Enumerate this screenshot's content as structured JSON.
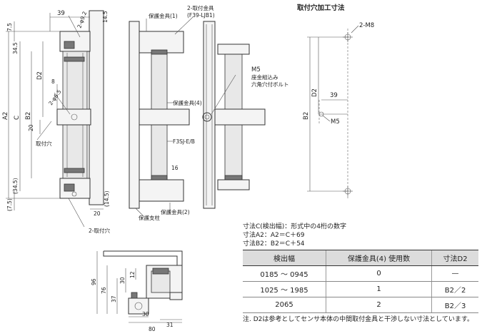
{
  "drawing": {
    "title": "取付穴加工寸法",
    "dims_front": [
      "39",
      "2-φ9.2",
      "14.5",
      "7.5",
      "34.5",
      "A2",
      "C",
      "B2",
      "D2",
      "8",
      "2-φ6.5",
      "20",
      "取付穴",
      "(34.5)",
      "(7.5)",
      "20",
      "(14.5)",
      "2-取付穴"
    ],
    "dims_side_labels": [
      "保護金具(1)",
      "2-取付金具",
      "(F39-LJB1)",
      "M5",
      "座金組込み",
      "六角穴付ボルト",
      "保護金具(4)",
      "F3SJ-E/B",
      "16",
      "保護支柱",
      "保護金具(2)"
    ],
    "dims_hole": [
      "2-M8",
      "D2",
      "39",
      "B2",
      "M5"
    ],
    "dims_bottom": [
      "96",
      "76",
      "37",
      "30",
      "12",
      "30",
      "80",
      "31"
    ]
  },
  "notes": {
    "line1": "寸法C(検出幅)：形式中の4桁の数字",
    "line2": "寸法A2：A2＝C＋69",
    "line3": "寸法B2：B2＝C＋54"
  },
  "table": {
    "headers": [
      "検出幅",
      "保護金具(4) 使用数",
      "寸法D2"
    ],
    "rows": [
      [
        "0185 ～ 0945",
        "0",
        "—"
      ],
      [
        "1025 ～ 1985",
        "1",
        "B2／2"
      ],
      [
        "2065",
        "2",
        "B2／3"
      ]
    ]
  },
  "footnote": "注. D2は参考としてセンサ本体の中間取付金具と干渉しない寸法としています。"
}
